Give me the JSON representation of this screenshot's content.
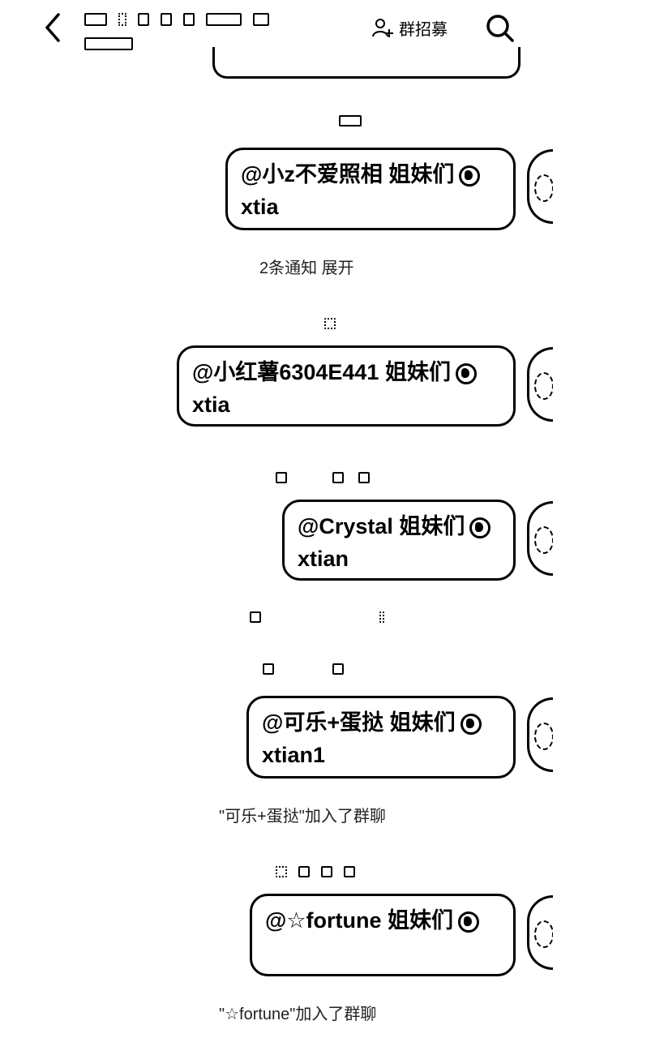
{
  "header": {
    "recruit_label": "群招募"
  },
  "messages": [
    {
      "line1": "@小z不爱照相 姐妹们",
      "line2": "xtia"
    },
    {
      "line1": "@小红薯6304E441 姐妹们",
      "line2": "xtia"
    },
    {
      "line1": "@Crystal 姐妹们",
      "line2": "xtian"
    },
    {
      "line1": "@可乐+蛋挞 姐妹们",
      "line2": "xtian1"
    },
    {
      "line1": "@☆fortune 姐妹们",
      "line2": ""
    }
  ],
  "notices": [
    "2条通知 展开",
    "\"可乐+蛋挞\"加入了群聊",
    "\"☆fortune\"加入了群聊"
  ]
}
